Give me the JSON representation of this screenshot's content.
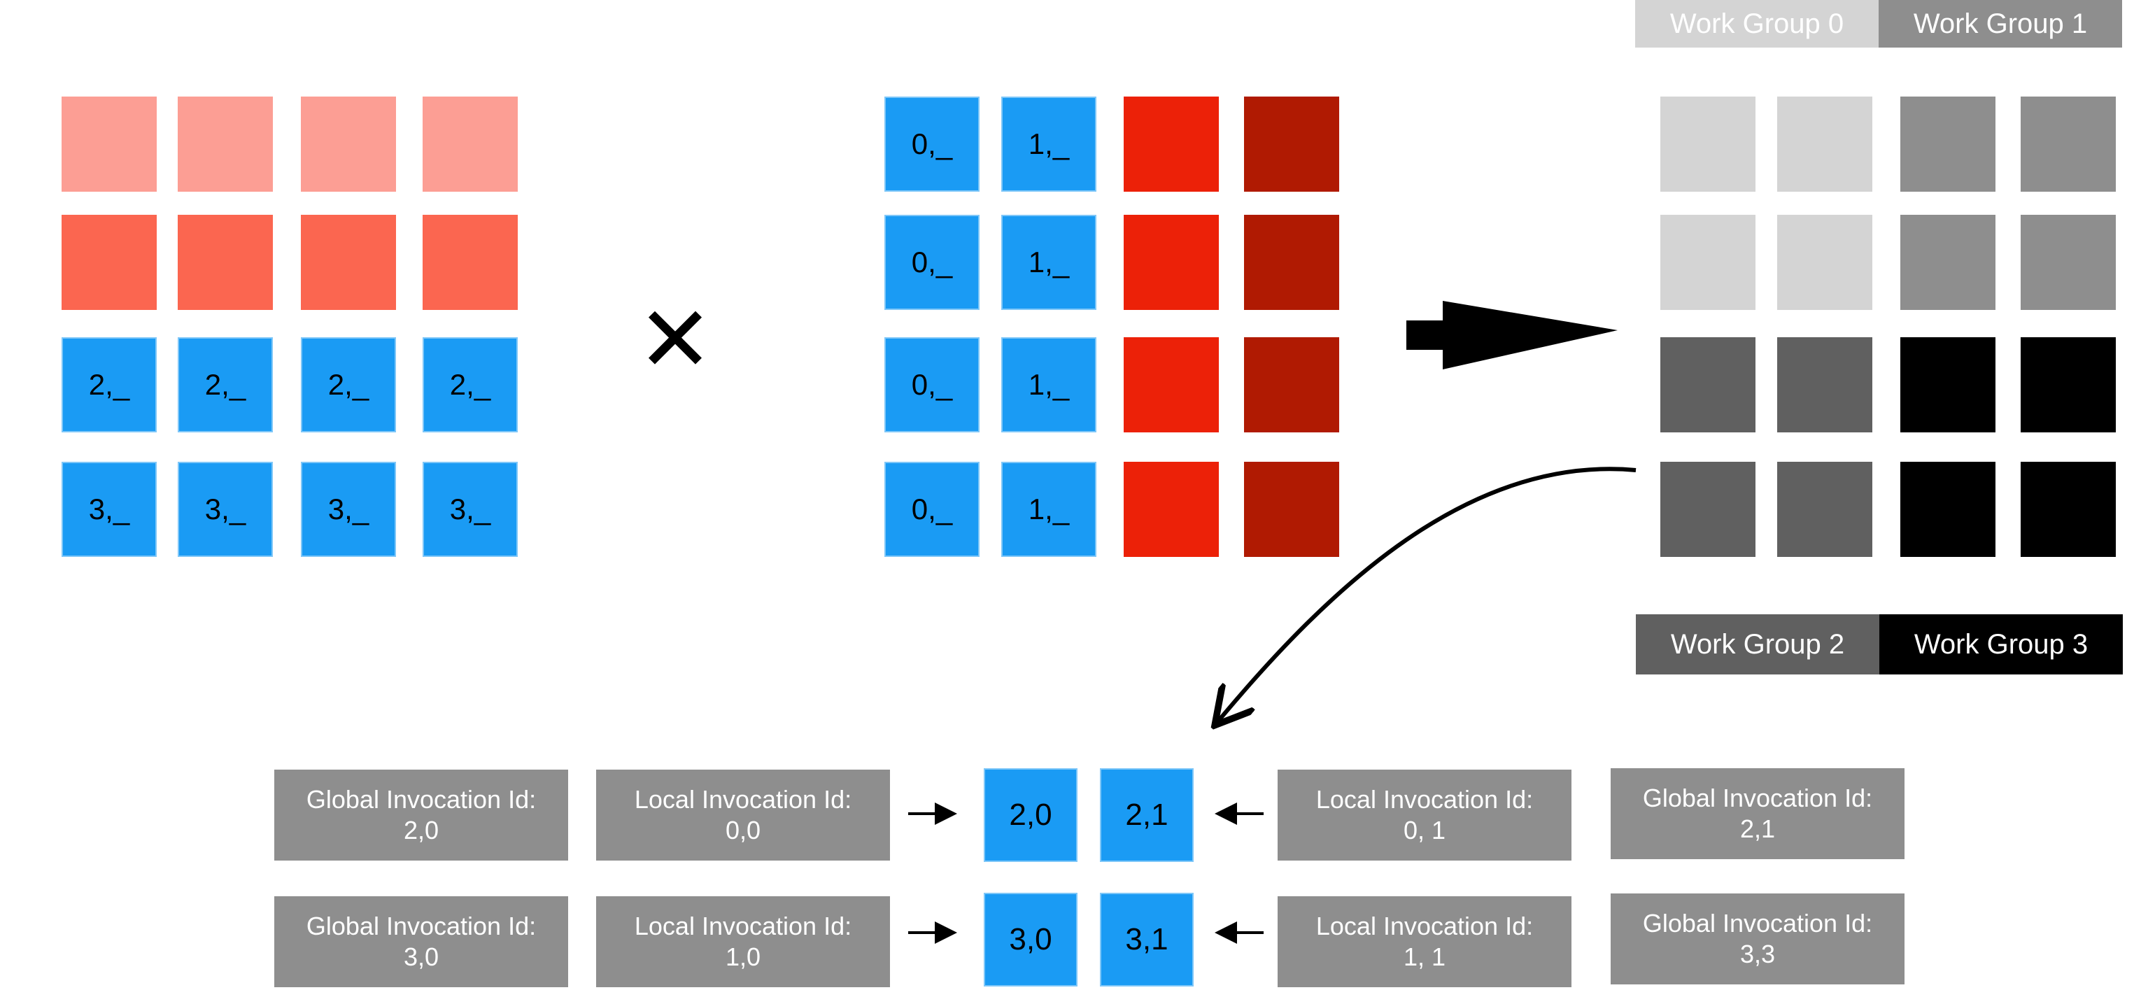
{
  "colors": {
    "blue": "#1a9bf4",
    "red_light": "#fc9e94",
    "red_mid": "#fb6650",
    "red_bright": "#ec2108",
    "red_dark": "#b01a02",
    "gray_light": "#d4d4d4",
    "gray_mid": "#8e8e8e",
    "gray_dark": "#606060",
    "black": "#000000"
  },
  "matrix_a": {
    "row2": [
      "2,_",
      "2,_",
      "2,_",
      "2,_"
    ],
    "row3": [
      "3,_",
      "3,_",
      "3,_",
      "3,_"
    ]
  },
  "operator": "✕",
  "matrix_b": {
    "col0": [
      "0,_",
      "0,_",
      "0,_",
      "0,_"
    ],
    "col1": [
      "1,_",
      "1,_",
      "1,_",
      "1,_"
    ]
  },
  "work_groups": {
    "wg0": "Work Group 0",
    "wg1": "Work Group 1",
    "wg2": "Work Group 2",
    "wg3": "Work Group 3"
  },
  "detail": {
    "cells": [
      "2,0",
      "2,1",
      "3,0",
      "3,1"
    ],
    "left_global": [
      {
        "title": "Global Invocation Id:",
        "value": "2,0"
      },
      {
        "title": "Global Invocation Id:",
        "value": "3,0"
      }
    ],
    "left_local": [
      {
        "title": "Local Invocation Id:",
        "value": "0,0"
      },
      {
        "title": "Local Invocation Id:",
        "value": "1,0"
      }
    ],
    "right_local": [
      {
        "title": "Local Invocation Id:",
        "value": "0, 1"
      },
      {
        "title": "Local Invocation Id:",
        "value": "1, 1"
      }
    ],
    "right_global": [
      {
        "title": "Global Invocation Id:",
        "value": "2,1"
      },
      {
        "title": "Global Invocation Id:",
        "value": "3,3"
      }
    ]
  }
}
